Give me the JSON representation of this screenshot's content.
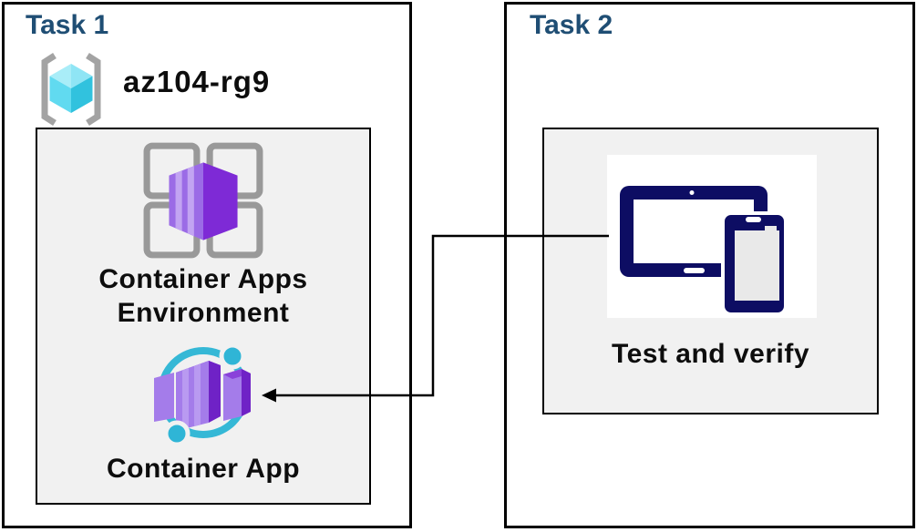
{
  "task1": {
    "title": "Task 1",
    "resource_group_label": "az104-rg9",
    "environment_line1": "Container Apps",
    "environment_line2": "Environment",
    "app_label": "Container App"
  },
  "task2": {
    "title": "Task 2",
    "device_label": "Test and verify"
  },
  "icons": {
    "resource_group": "resource-group-icon",
    "environment": "container-apps-environment-icon",
    "app": "container-app-icon",
    "devices": "devices-icon"
  },
  "colors": {
    "title_blue": "#1F4E74",
    "label_black": "#0D0D0D",
    "border_black": "#000000",
    "connector_black": "#000000",
    "box_fill": "#F1F1F1",
    "device_navy": "#0D0D63",
    "screen_gray": "#E9E9E9",
    "bracket_gray": "#A3A3A3",
    "grid_gray": "#999999",
    "cube_top_left": "#A9EDF8",
    "cube_top_right": "#8FE5F5",
    "cube_left": "#61DAF0",
    "cube_right": "#31C2DE",
    "cyan_ring": "#35B8D6",
    "cyan_dot": "#2FB5D6",
    "env_face": "#9B6BE6",
    "env_stripe": "#C2A4F2",
    "env_dark": "#7E2AD6",
    "purple_face": "#A47CEA",
    "purple_stripe": "#B99AF1",
    "purple_mid": "#8A42DA",
    "purple_dark": "#6F22C6"
  }
}
